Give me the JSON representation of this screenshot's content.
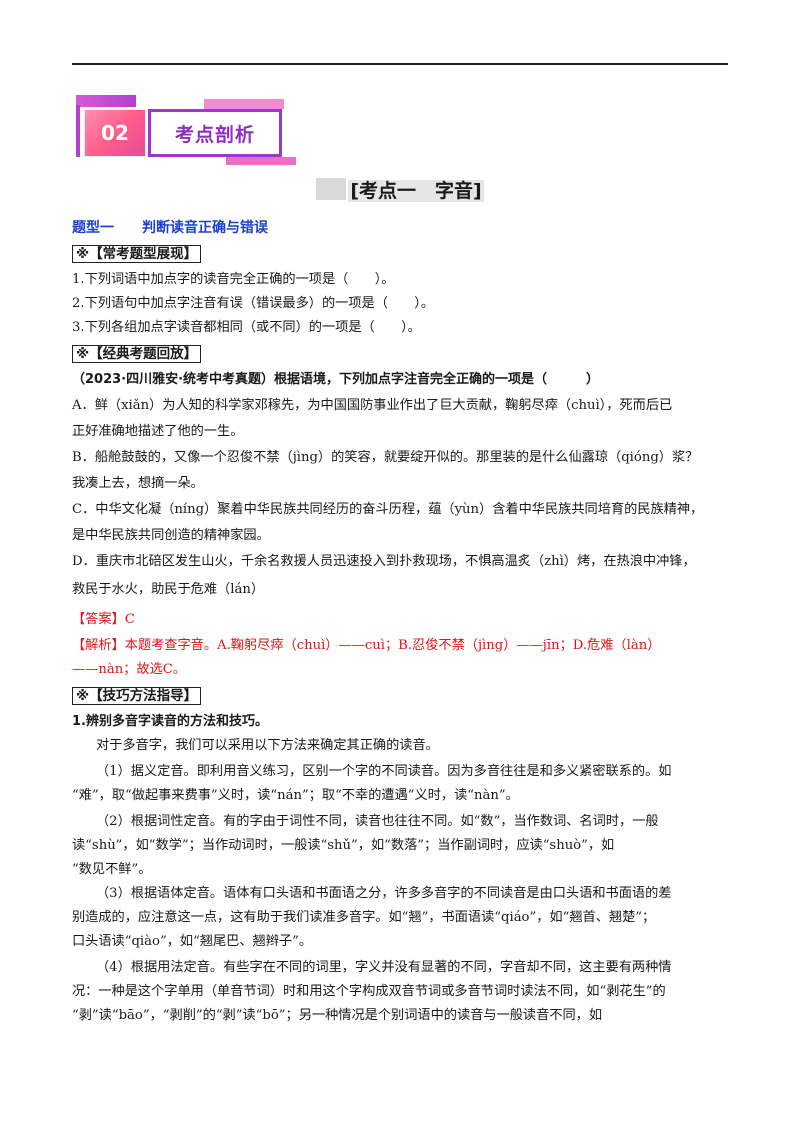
{
  "badge": {
    "number": "02",
    "label": "考点剖析"
  },
  "section_title": "[考点一　字音]",
  "type_heading": "题型一　　判断读音正确与错误",
  "common_header": "※【常考题型展现】",
  "common_items": [
    "1.下列词语中加点字的读音完全正确的一项是（　　）。",
    "2.下列语句中加点字注音有误（错误最多）的一项是（　　）。",
    "3.下列各组加点字读音都相同（或不同）的一项是（　　）。"
  ],
  "classic_header": "※【经典考题回放】",
  "question": "（2023·四川雅安·统考中考真题）根据语境，下列加点字注音完全正确的一项是（　　　）",
  "options": [
    "A．鲜（xiǎn）为人知的科学家邓稼先，为中国国防事业作出了巨大贡献，鞠躬尽瘁（chuì），死而后已",
    "正好准确地描述了他的一生。",
    "B．船舱鼓鼓的，又像一个忍俊不禁（jìng）的笑容，就要绽开似的。那里装的是什么仙露琼（qióng）浆？",
    "我凑上去，想摘一朵。",
    "C．中华文化凝（níng）聚着中华民族共同经历的奋斗历程，蕴（yùn）含着中华民族共同培育的民族精神，",
    "是中华民族共同创造的精神家园。",
    "D．重庆市北碚区发生山火，千余名救援人员迅速投入到扑救现场，不惧高温炙（zhì）烤，在热浪中冲锋，",
    "救民于水火，助民于危难（lán）"
  ],
  "answer": "【答案】C",
  "analysis": [
    "【解析】本题考查字音。A.鞠躬尽瘁（chuì）——cuì；B.忍俊不禁（jìng）——jīn；D.危难（làn）",
    "——nàn；故选C。"
  ],
  "skill_header": "※【技巧方法指导】",
  "skill_title": "1.辨别多音字读音的方法和技巧。",
  "skill_lines": [
    "对于多音字，我们可以采用以下方法来确定其正确的读音。",
    "（1）据义定音。即利用音义练习，区别一个字的不同读音。因为多音往往是和多义紧密联系的。如",
    "“难”，取“做起事来费事”义时，读“nán”；取“不幸的遭遇”义时，读“nàn”。",
    "（2）根据词性定音。有的字由于词性不同，读音也往往不同。如“数”，当作数词、名词时，一般",
    "读“shù”，如“数学”；当作动词时，一般读“shǔ”，如“数落”；当作副词时，应读“shuò”，如",
    "“数见不鲜”。",
    "（3）根据语体定音。语体有口头语和书面语之分，许多多音字的不同读音是由口头语和书面语的差",
    "别造成的，应注意这一点，这有助于我们读准多音字。如“翘”，书面语读“qiáo”，如“翘首、翘楚”；",
    "口头语读“qiào”，如“翘尾巴、翘辫子”。",
    "（4）根据用法定音。有些字在不同的词里，字义并没有显著的不同，字音却不同，这主要有两种情",
    "况：一种是这个字单用（单音节词）时和用这个字构成双音节词或多音节词时读法不同，如“剥花生”的",
    "“剥”读“bāo”，“剥削”的“剥”读“bō”；另一种情况是个别词语中的读音与一般读音不同，如"
  ]
}
